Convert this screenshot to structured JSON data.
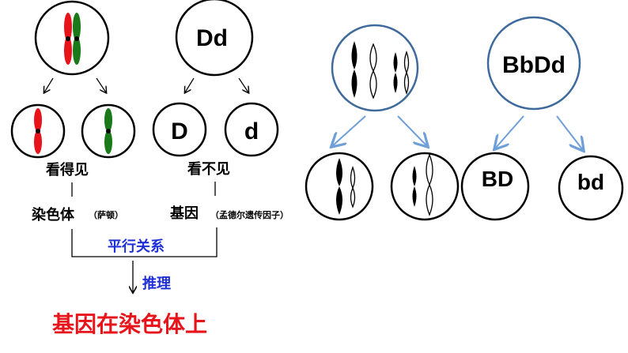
{
  "left_diagram": {
    "top_right_cell": "Dd",
    "daughter_d_upper": "D",
    "daughter_d_lower": "d",
    "label_visible": "看得见",
    "label_invisible": "看不见",
    "label_chromosome": "染色体",
    "label_chromosome_note": "（萨顿）",
    "label_gene": "基因",
    "label_gene_note": "（孟德尔遗传因子）",
    "label_parallel": "平行关系",
    "label_reasoning": "推理",
    "conclusion": "基因在染色体上"
  },
  "right_diagram": {
    "parent_genotype": "BbDd",
    "gamete_upper": "BD",
    "gamete_lower": "bd"
  },
  "colors": {
    "red": "#e8141b",
    "green": "#1a7a1a",
    "blue_text": "#1f2fd8",
    "cell_outline_blue": "#3e6a9c",
    "arrow_blue": "#6f9fd8",
    "conclusion_red": "#e8141b"
  }
}
